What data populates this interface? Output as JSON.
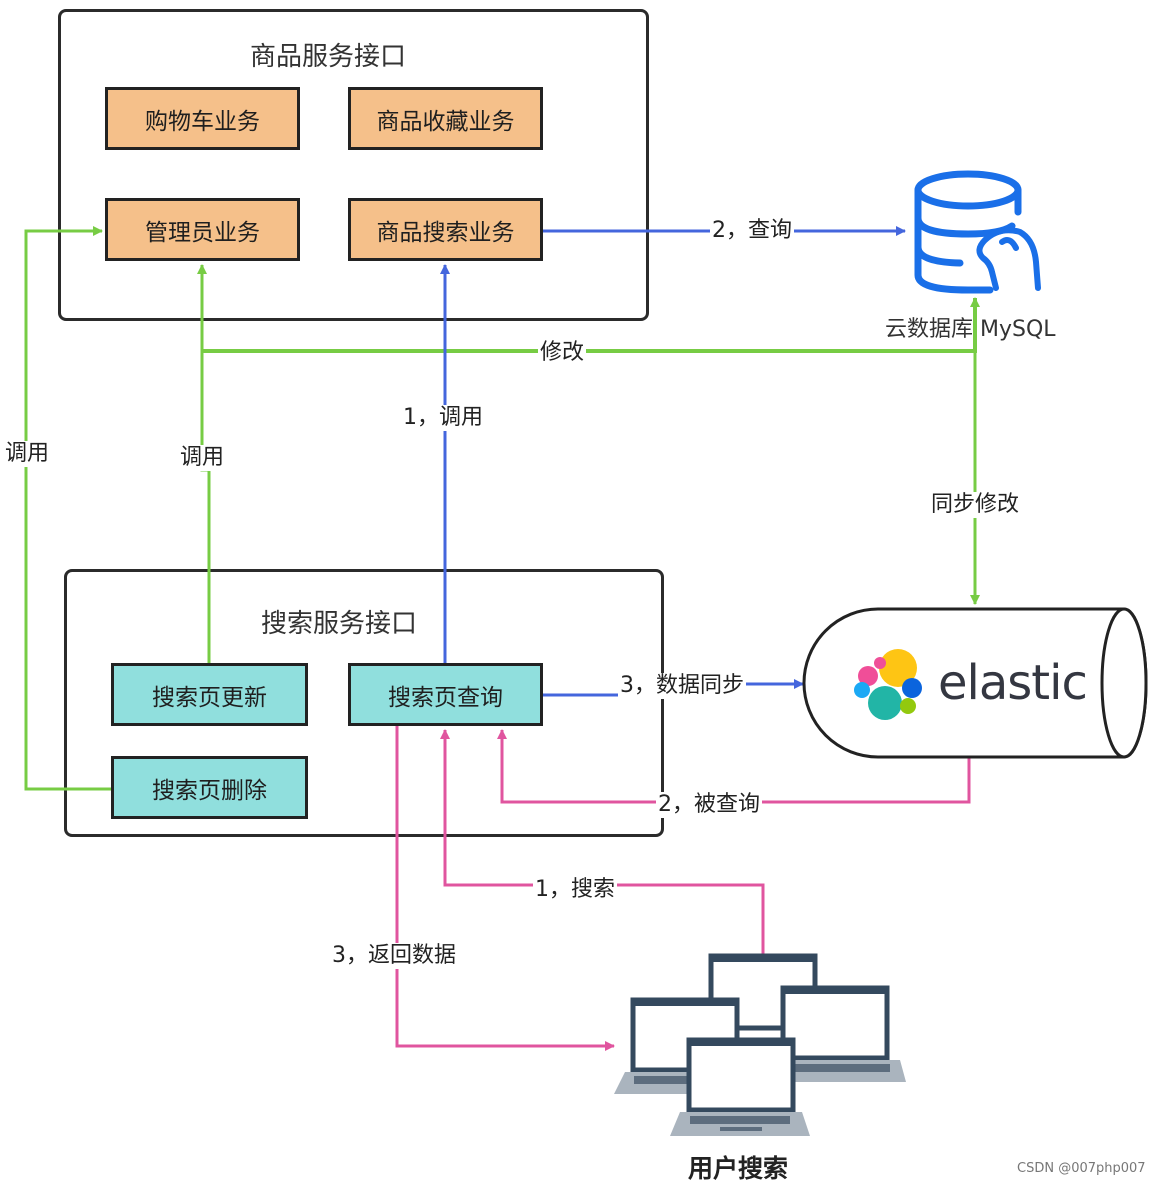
{
  "product_service": {
    "title": "商品服务接口",
    "cart": "购物车业务",
    "favorites": "商品收藏业务",
    "admin": "管理员业务",
    "search_biz": "商品搜索业务"
  },
  "search_service": {
    "title": "搜索服务接口",
    "update": "搜索页更新",
    "query": "搜索页查询",
    "delete": "搜索页删除"
  },
  "database": {
    "caption": "云数据库 MySQL"
  },
  "elastic": {
    "wordmark": "elastic"
  },
  "users": {
    "caption": "用户搜索"
  },
  "edges": {
    "query_db": "2，查询",
    "modify": "修改",
    "call_left": "调用",
    "call_mid": "调用",
    "call_blue": "1，调用",
    "sync_modify": "同步修改",
    "data_sync": "3，数据同步",
    "queried": "2，被查询",
    "search": "1，搜索",
    "return_data": "3，返回数据"
  },
  "colors": {
    "green": "#77cc44",
    "blue": "#4466dd",
    "pink": "#e0559f",
    "orange_fill": "#f5c08a",
    "teal_fill": "#90dfdd",
    "db_blue": "#1a6fe8"
  },
  "icons": [
    "database-icon",
    "elastic-logo-icon",
    "laptop-icon"
  ],
  "watermark": "CSDN @007php007"
}
